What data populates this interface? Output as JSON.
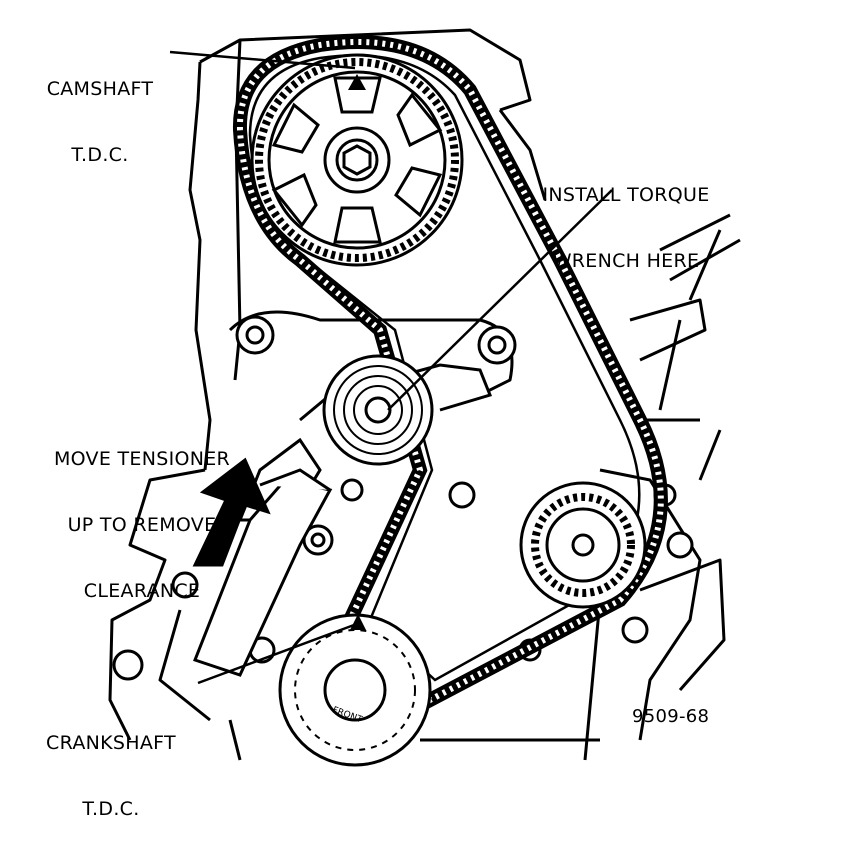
{
  "labels": {
    "camshaft": [
      "CAMSHAFT",
      "T.D.C."
    ],
    "torque": [
      "INSTALL TORQUE",
      "WRENCH HERE"
    ],
    "tensioner": [
      "MOVE TENSIONER",
      "UP TO REMOVE",
      "CLEARANCE"
    ],
    "crankshaft": [
      "CRANKSHAFT",
      "T.D.C."
    ],
    "figure_id": "9509-68",
    "front_mark": "FRONT"
  },
  "colors": {
    "ink": "#000000",
    "paper": "#ffffff"
  },
  "icons": [
    "camshaft-sprocket-icon",
    "crankshaft-sprocket-icon",
    "tensioner-pulley-icon",
    "direction-arrow-icon"
  ]
}
